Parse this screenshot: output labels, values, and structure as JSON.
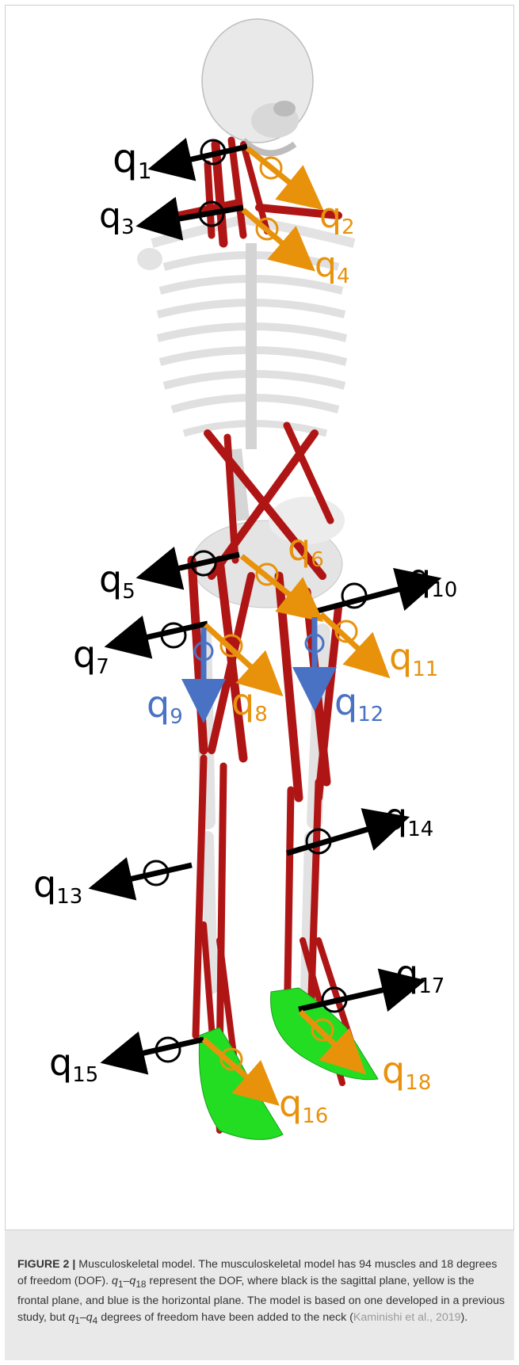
{
  "figure": {
    "colors": {
      "sagittal": "#000000",
      "frontal": "#e8920c",
      "horizontal": "#4a72c4",
      "muscle": "#b01515",
      "bone": "#e6e6e6",
      "foot": "#22dd22"
    },
    "labels": [
      {
        "id": "q1",
        "base": "q",
        "sub": "1",
        "plane": "sagittal"
      },
      {
        "id": "q2",
        "base": "q",
        "sub": "2",
        "plane": "frontal"
      },
      {
        "id": "q3",
        "base": "q",
        "sub": "3",
        "plane": "sagittal"
      },
      {
        "id": "q4",
        "base": "q",
        "sub": "4",
        "plane": "frontal"
      },
      {
        "id": "q5",
        "base": "q",
        "sub": "5",
        "plane": "sagittal"
      },
      {
        "id": "q6",
        "base": "q",
        "sub": "6",
        "plane": "frontal"
      },
      {
        "id": "q7",
        "base": "q",
        "sub": "7",
        "plane": "sagittal"
      },
      {
        "id": "q8",
        "base": "q",
        "sub": "8",
        "plane": "frontal"
      },
      {
        "id": "q9",
        "base": "q",
        "sub": "9",
        "plane": "horizontal"
      },
      {
        "id": "q10",
        "base": "q",
        "sub": "10",
        "plane": "sagittal"
      },
      {
        "id": "q11",
        "base": "q",
        "sub": "11",
        "plane": "frontal"
      },
      {
        "id": "q12",
        "base": "q",
        "sub": "12",
        "plane": "horizontal"
      },
      {
        "id": "q13",
        "base": "q",
        "sub": "13",
        "plane": "sagittal"
      },
      {
        "id": "q14",
        "base": "q",
        "sub": "14",
        "plane": "sagittal"
      },
      {
        "id": "q15",
        "base": "q",
        "sub": "15",
        "plane": "sagittal"
      },
      {
        "id": "q16",
        "base": "q",
        "sub": "16",
        "plane": "frontal"
      },
      {
        "id": "q17",
        "base": "q",
        "sub": "17",
        "plane": "sagittal"
      },
      {
        "id": "q18",
        "base": "q",
        "sub": "18",
        "plane": "frontal"
      }
    ]
  },
  "caption": {
    "label": "FIGURE 2 |",
    "title": " Musculoskeletal model.",
    "sentence1": " The musculoskeletal model has 94 muscles and 18 degrees of freedom (DOF). ",
    "q_first": "q",
    "q_first_sub": "1",
    "dash": "–",
    "q_last": "q",
    "q_last_sub": "18",
    "sentence2": " represent the DOF, where black is the sagittal plane, yellow is the frontal plane, and blue is the horizontal plane. The model is based on one developed in a previous study, but ",
    "q_a": "q",
    "q_a_sub": "1",
    "dash2": "–",
    "q_b": "q",
    "q_b_sub": "4",
    "sentence3": " degrees of freedom have been added to the neck (",
    "citation": "Kaminishi et al., 2019",
    "closing": ")."
  }
}
